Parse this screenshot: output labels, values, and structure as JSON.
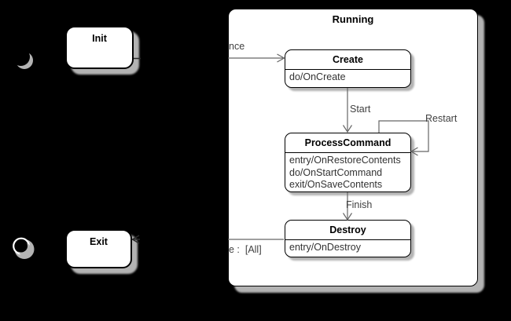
{
  "diagram": {
    "background": "#000000",
    "colors": {
      "state_fill": "#ffffff",
      "state_border": "#000000",
      "transition_line": "#666666",
      "label_text": "#404040",
      "action_text": "#333333",
      "shadow": "#b3b3b3"
    },
    "composite": {
      "title": "Running"
    },
    "states": {
      "init": {
        "title": "Init"
      },
      "exit": {
        "title": "Exit"
      },
      "create": {
        "title": "Create",
        "actions": [
          "do/OnCreate"
        ]
      },
      "process_command": {
        "title": "ProcessCommand",
        "actions": [
          "entry/OnRestoreContents",
          "do/OnStartCommand",
          "exit/OnSaveContents"
        ]
      },
      "destroy": {
        "title": "Destroy",
        "actions": [
          "entry/OnDestroy"
        ]
      }
    },
    "transitions": {
      "init_to_create_label": "nce",
      "start_label": "Start",
      "restart_label": "Restart",
      "finish_label": "Finish",
      "destroy_to_exit_label": "e :  [All]"
    },
    "icons": {
      "initial_state": "initial-state-icon",
      "final_state": "final-state-icon"
    }
  }
}
